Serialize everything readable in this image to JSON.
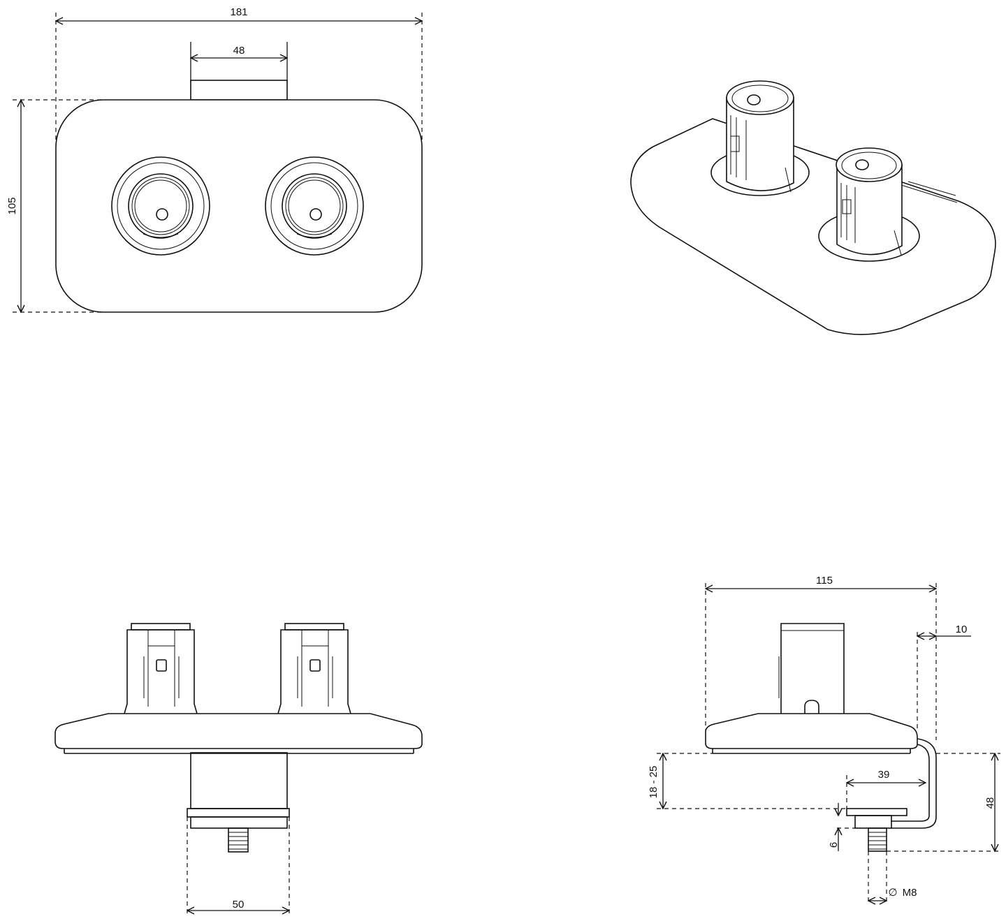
{
  "views": {
    "top": {
      "dims": {
        "overall_width": "181",
        "tab_width": "48",
        "height": "105"
      }
    },
    "front": {
      "dims": {
        "bracket_width": "50"
      }
    },
    "side": {
      "dims": {
        "depth": "115",
        "flange": "10",
        "clamp_range": "18 - 25",
        "clamp_width": "39",
        "total_height": "48",
        "plate_thickness": "6",
        "thread": "M8",
        "diameter_symbol": "∅"
      }
    }
  }
}
